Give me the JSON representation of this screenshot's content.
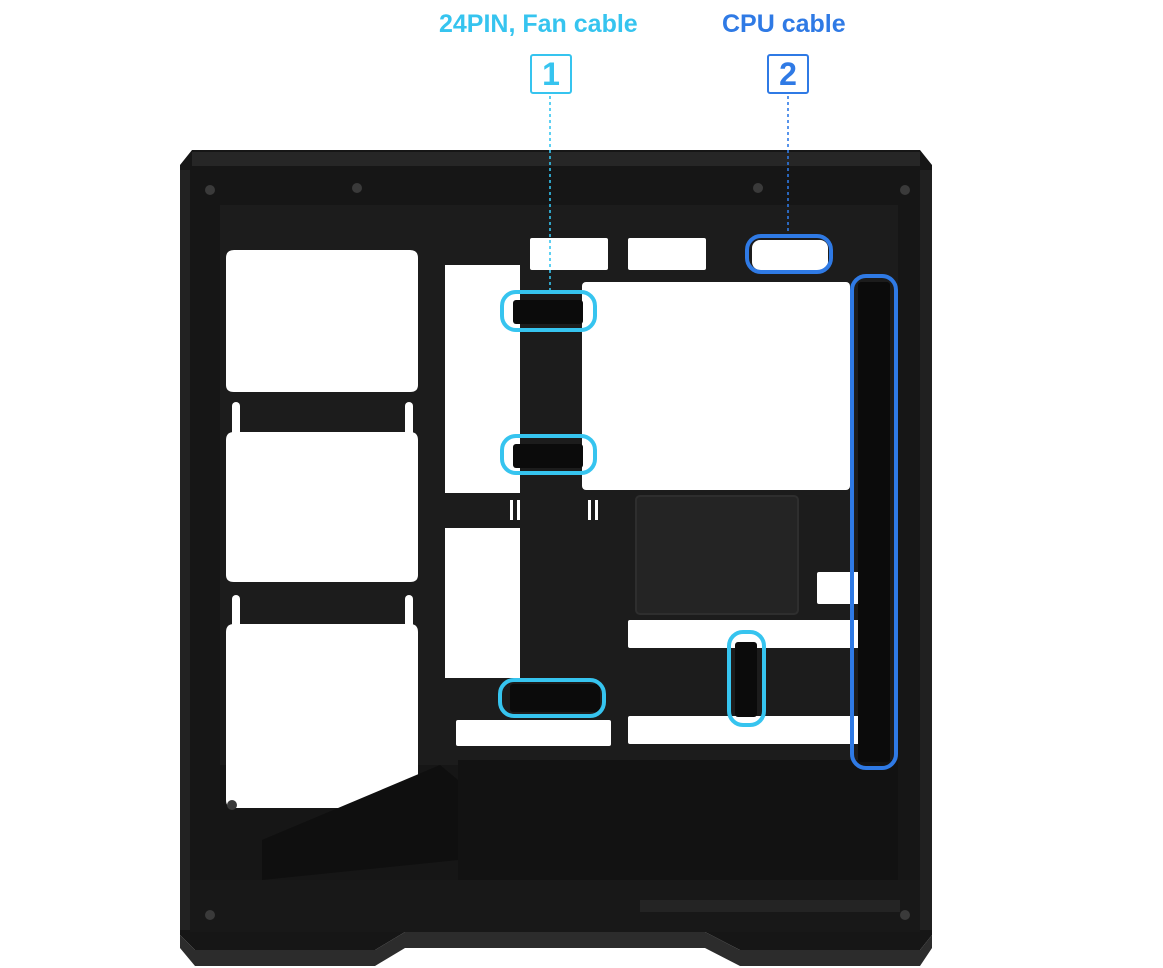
{
  "callouts": [
    {
      "number": "1",
      "label": "24PIN, Fan cable",
      "color": "#36c4ef"
    },
    {
      "number": "2",
      "label": "CPU cable",
      "color": "#2f7ae5"
    }
  ],
  "colors": {
    "case_body": "#161616",
    "panel": "#1d1d1d",
    "background": "#ffffff"
  }
}
